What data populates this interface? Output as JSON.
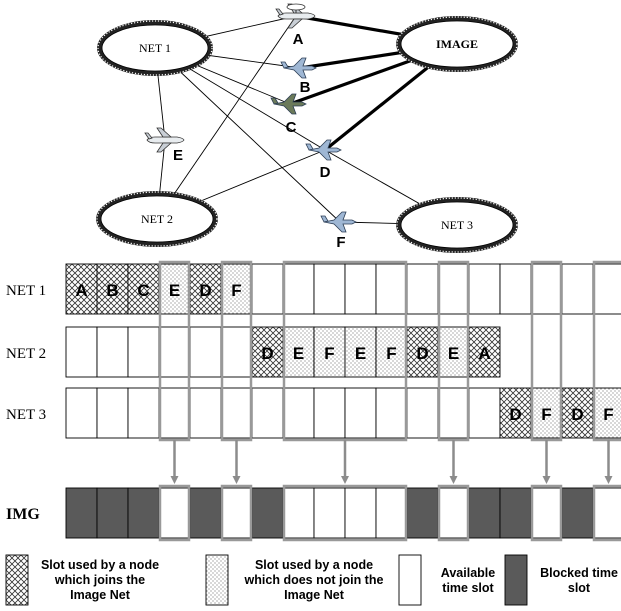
{
  "networks": [
    {
      "id": "net1",
      "label": "NET 1"
    },
    {
      "id": "image",
      "label": "IMAGE"
    },
    {
      "id": "net2",
      "label": "NET 2"
    },
    {
      "id": "net3",
      "label": "NET 3"
    }
  ],
  "aircraft": [
    {
      "id": "A",
      "label": "A",
      "icon": "awacs-aircraft-icon"
    },
    {
      "id": "B",
      "label": "B",
      "icon": "jet-fighter-icon"
    },
    {
      "id": "C",
      "label": "C",
      "icon": "jet-fighter-icon"
    },
    {
      "id": "D",
      "label": "D",
      "icon": "jet-fighter-icon"
    },
    {
      "id": "E",
      "label": "E",
      "icon": "transport-aircraft-icon"
    },
    {
      "id": "F",
      "label": "F",
      "icon": "jet-fighter-icon"
    }
  ],
  "links": [
    {
      "from": "net1",
      "to": "A",
      "heavy": false
    },
    {
      "from": "net1",
      "to": "B",
      "heavy": false
    },
    {
      "from": "net1",
      "to": "C",
      "heavy": false
    },
    {
      "from": "net1",
      "to": "D",
      "heavy": false
    },
    {
      "from": "net1",
      "to": "F",
      "heavy": false
    },
    {
      "from": "net1",
      "to": "E",
      "heavy": false
    },
    {
      "from": "net2",
      "to": "E",
      "heavy": false
    },
    {
      "from": "net2",
      "to": "A",
      "heavy": false
    },
    {
      "from": "net2",
      "to": "D",
      "heavy": false
    },
    {
      "from": "net3",
      "to": "D",
      "heavy": false
    },
    {
      "from": "net3",
      "to": "F",
      "heavy": false
    },
    {
      "from": "image",
      "to": "A",
      "heavy": true
    },
    {
      "from": "image",
      "to": "B",
      "heavy": true
    },
    {
      "from": "image",
      "to": "C",
      "heavy": true
    },
    {
      "from": "image",
      "to": "D",
      "heavy": true
    }
  ],
  "slot_rows": [
    {
      "label": "NET 1",
      "slots": [
        {
          "t": "join",
          "l": "A"
        },
        {
          "t": "join",
          "l": "B"
        },
        {
          "t": "join",
          "l": "C"
        },
        {
          "t": "nojoin",
          "l": "E"
        },
        {
          "t": "join",
          "l": "D"
        },
        {
          "t": "nojoin",
          "l": "F"
        },
        {
          "t": "avail"
        },
        {
          "t": "avail"
        },
        {
          "t": "avail"
        },
        {
          "t": "avail"
        },
        {
          "t": "avail"
        },
        {
          "t": "avail"
        },
        {
          "t": "avail"
        },
        {
          "t": "avail"
        },
        {
          "t": "avail"
        },
        {
          "t": "avail"
        },
        {
          "t": "avail"
        },
        {
          "t": "avail"
        }
      ]
    },
    {
      "label": "NET 2",
      "slots": [
        {
          "t": "avail"
        },
        {
          "t": "avail"
        },
        {
          "t": "avail"
        },
        {
          "t": "avail"
        },
        {
          "t": "avail"
        },
        {
          "t": "avail"
        },
        {
          "t": "join",
          "l": "D"
        },
        {
          "t": "nojoin",
          "l": "E"
        },
        {
          "t": "nojoin",
          "l": "F"
        },
        {
          "t": "nojoin",
          "l": "E"
        },
        {
          "t": "nojoin",
          "l": "F"
        },
        {
          "t": "join",
          "l": "D"
        },
        {
          "t": "nojoin",
          "l": "E"
        },
        {
          "t": "join",
          "l": "A"
        }
      ]
    },
    {
      "label": "NET 3",
      "slots": [
        {
          "t": "avail"
        },
        {
          "t": "avail"
        },
        {
          "t": "avail"
        },
        {
          "t": "avail"
        },
        {
          "t": "avail"
        },
        {
          "t": "avail"
        },
        {
          "t": "avail"
        },
        {
          "t": "avail"
        },
        {
          "t": "avail"
        },
        {
          "t": "avail"
        },
        {
          "t": "avail"
        },
        {
          "t": "avail"
        },
        {
          "t": "avail"
        },
        {
          "t": "avail"
        },
        {
          "t": "join",
          "l": "D"
        },
        {
          "t": "nojoin",
          "l": "F"
        },
        {
          "t": "join",
          "l": "D"
        },
        {
          "t": "nojoin",
          "l": "F"
        }
      ]
    },
    {
      "label": "IMG",
      "slots": [
        {
          "t": "blocked"
        },
        {
          "t": "blocked"
        },
        {
          "t": "blocked"
        },
        {
          "t": "avail"
        },
        {
          "t": "blocked"
        },
        {
          "t": "avail"
        },
        {
          "t": "blocked"
        },
        {
          "t": "avail"
        },
        {
          "t": "avail"
        },
        {
          "t": "avail"
        },
        {
          "t": "avail"
        },
        {
          "t": "blocked"
        },
        {
          "t": "avail"
        },
        {
          "t": "blocked"
        },
        {
          "t": "blocked"
        },
        {
          "t": "avail"
        },
        {
          "t": "blocked"
        },
        {
          "t": "avail"
        }
      ]
    }
  ],
  "mapping_columns": [
    3,
    5,
    7,
    8,
    9,
    10,
    12,
    15,
    17
  ],
  "arrow_columns": [
    3,
    5,
    8.5,
    12,
    15,
    17
  ],
  "legend": [
    {
      "pattern": "join",
      "text": "Slot used by a node which joins the Image Net"
    },
    {
      "pattern": "nojoin",
      "text": "Slot used by a node which does not join the Image Net"
    },
    {
      "pattern": "avail",
      "text": "Available time slot"
    },
    {
      "pattern": "blocked",
      "text": "Blocked time slot"
    }
  ],
  "colors": {
    "blocked": "#5a5a5a",
    "line": "#000000",
    "highlight": "#999999",
    "arrow": "#8c8c8c",
    "ring": "#222222"
  }
}
